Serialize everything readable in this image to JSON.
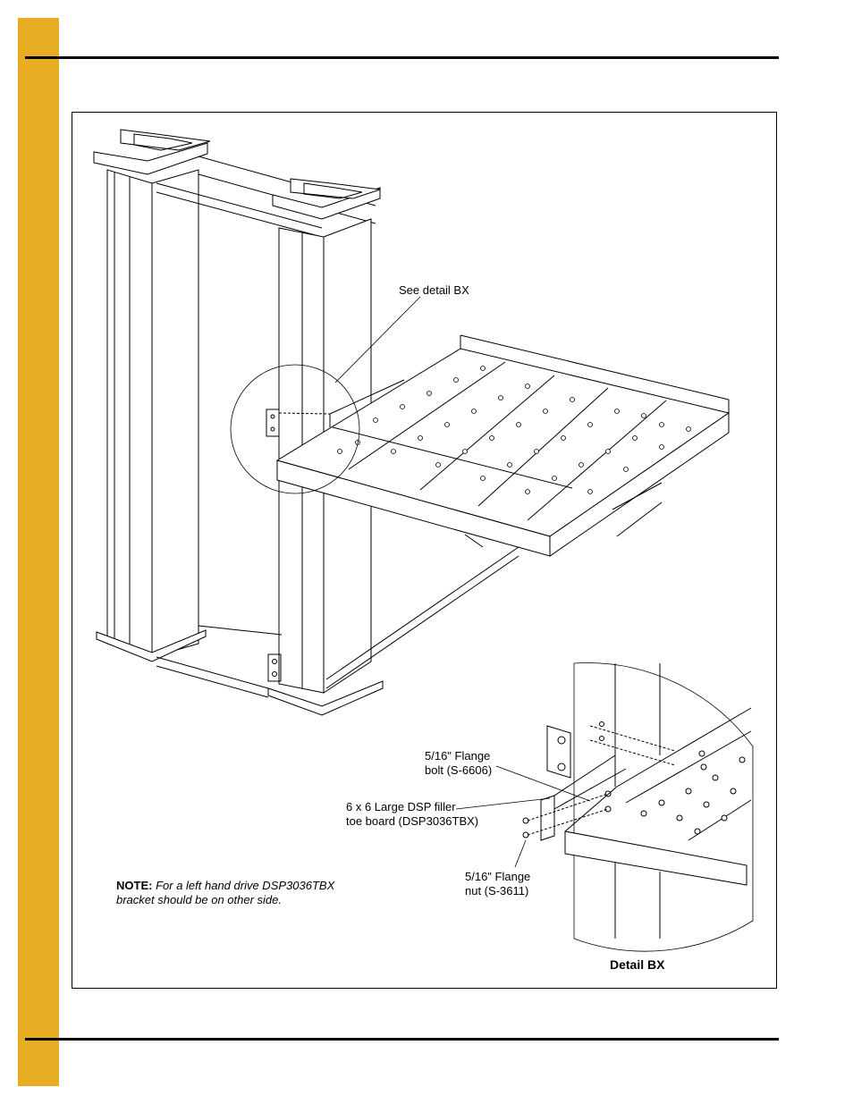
{
  "labels": {
    "see_detail": "See detail BX",
    "flange_bolt_line1": "5/16\" Flange",
    "flange_bolt_line2": "bolt (S-6606)",
    "filler_line1": "6 x 6 Large DSP filler",
    "filler_line2": "toe board (DSP3036TBX)",
    "flange_nut_line1": "5/16\" Flange",
    "flange_nut_line2": "nut (S-3611)",
    "note_bold": "NOTE:",
    "note_text_1": "For a left hand drive DSP3036TBX",
    "note_text_2": "bracket should be on other side.",
    "detail_title": "Detail BX"
  },
  "colors": {
    "sidebar": "#e8ad22",
    "line": "#000000"
  }
}
